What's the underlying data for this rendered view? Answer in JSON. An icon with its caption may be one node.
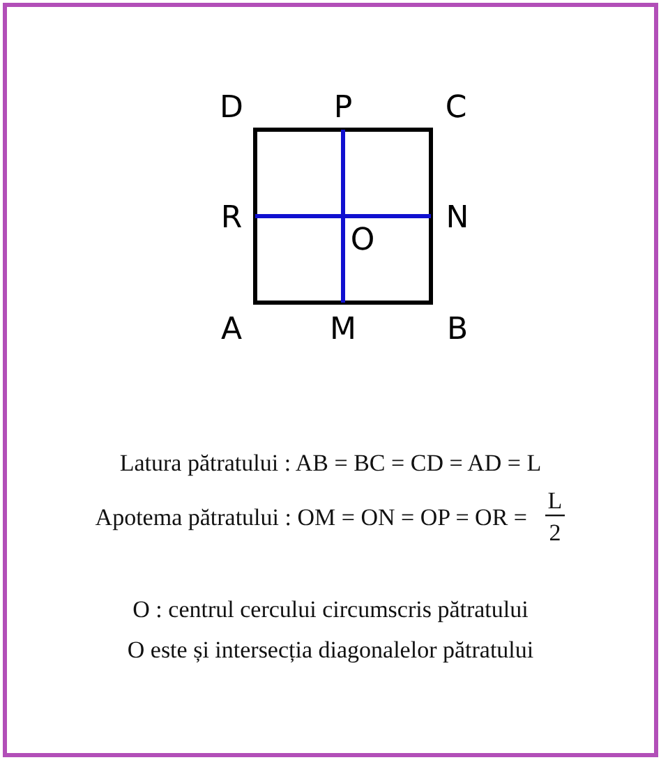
{
  "diagram": {
    "labels": [
      "D",
      "P",
      "C",
      "R",
      "N",
      "O",
      "A",
      "M",
      "B",
      "Latura pătratului : AB = BC = CD = AD = L",
      "Apotema pătratului : OM = ON = OP = OR =",
      "L",
      "2",
      "O : centrul cercului circumscris pătratului",
      "O este și intersecția diagonalelor pătratului"
    ]
  }
}
